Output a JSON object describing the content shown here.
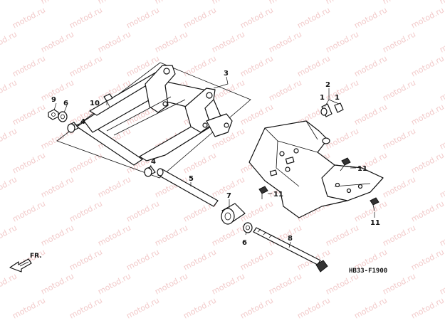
{
  "watermark": "motod.ru",
  "diagram_code": "HB33-F1900",
  "direction_label": "FR.",
  "callouts": {
    "c1a": "1",
    "c1b": "1",
    "c2": "2",
    "c3": "3",
    "c4a": "4",
    "c4b": "4",
    "c5": "5",
    "c6a": "6",
    "c6b": "6",
    "c7": "7",
    "c8": "8",
    "c9": "9",
    "c10": "10",
    "c11a": "11",
    "c11b": "11",
    "c11c": "11"
  }
}
